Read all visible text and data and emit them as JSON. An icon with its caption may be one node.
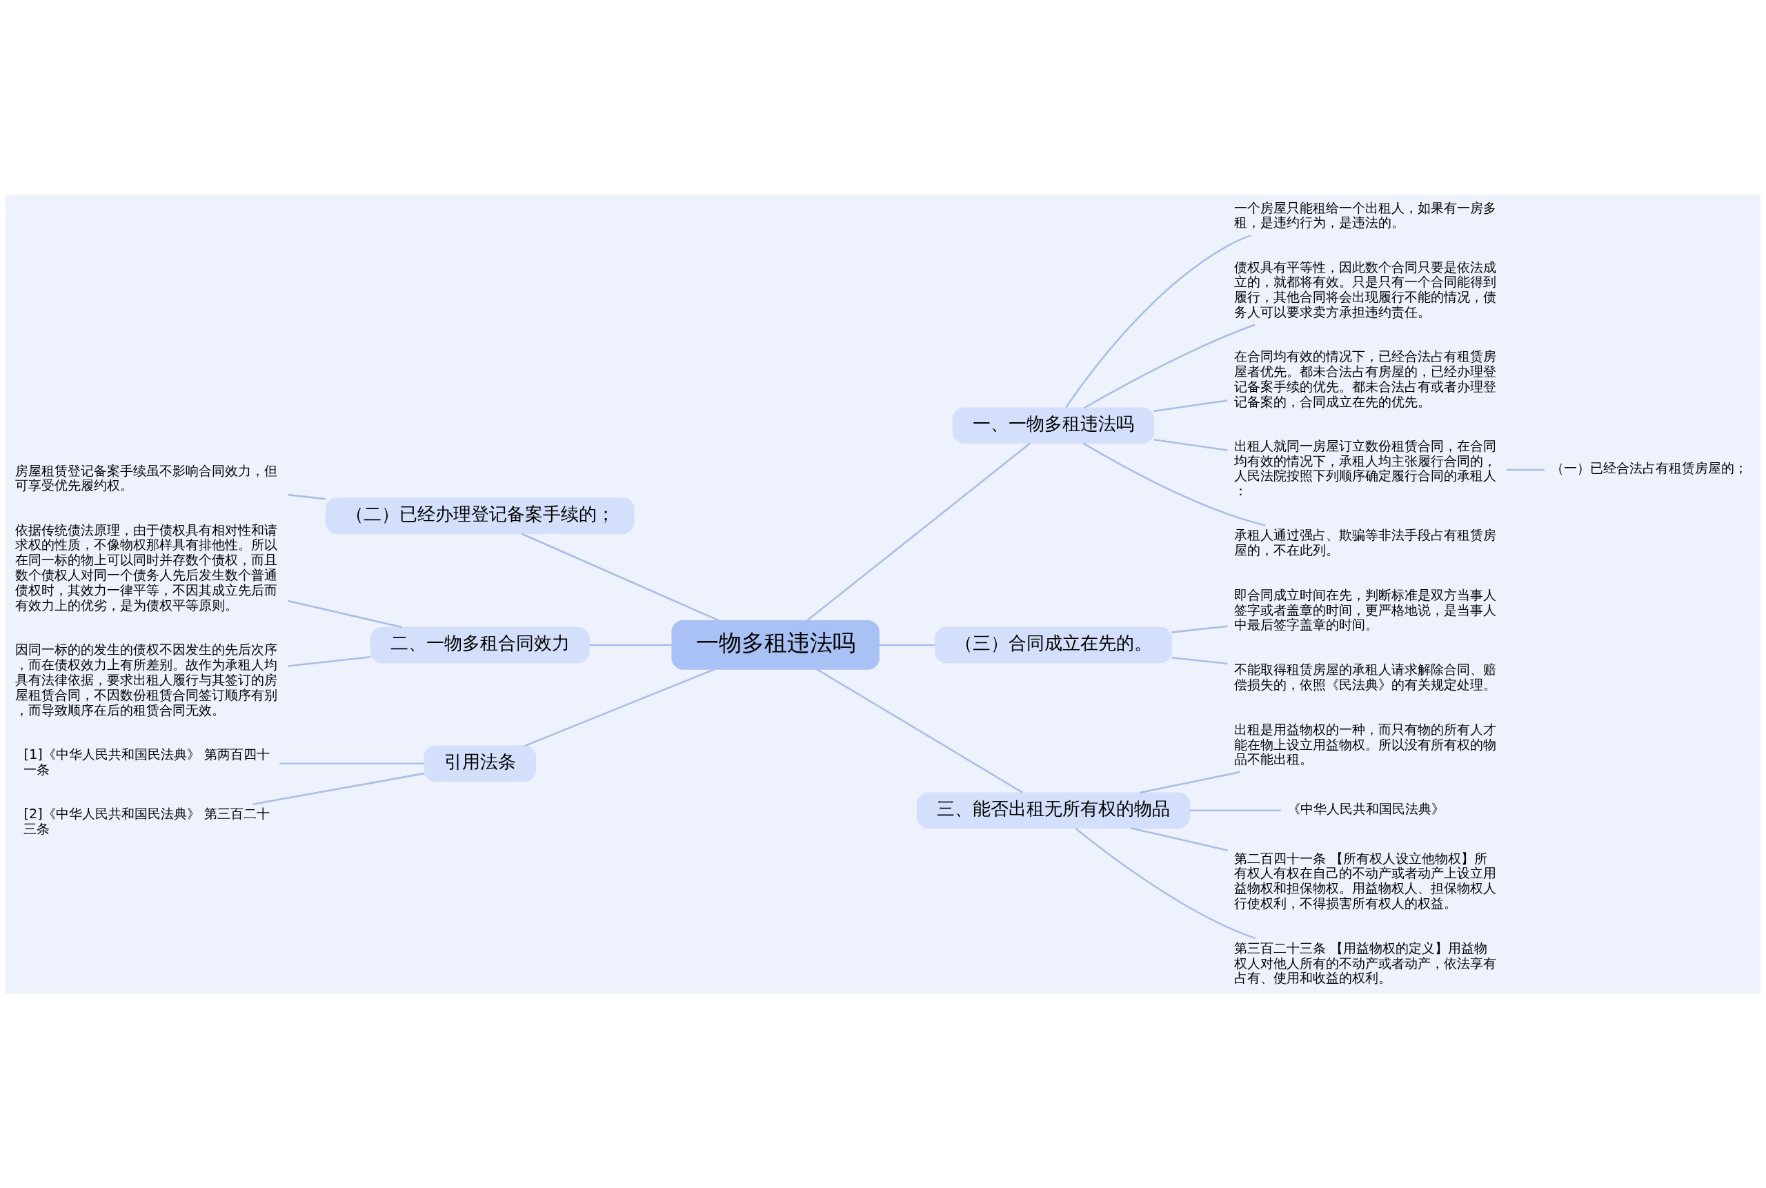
{
  "diagram": {
    "nodes": [
      {
        "text": [
          "一物多租违法吗"
        ]
      },
      {
        "text": [
          "一、一物多租违法吗"
        ]
      },
      {
        "text": [
          "一个房屋只能租给一个出租人，如果有一房多租，是违约行为，是违法的。"
        ]
      },
      {
        "text": [
          "债权具有平等性，因此数个合同只要是依法成立的，就都将有效。只是只有一个合同能得到履行，其他合同将会出现履行不能的情况，债务人可以要求卖方承担违约责任。"
        ]
      },
      {
        "text": [
          "在合同均有效的情况下，已经合法占有租赁房屋者优先。都未合法占有房屋的，已经办理登记备案手续的优先。都未合法占有或者办理登记备案的，合同成立在先的优先。"
        ]
      },
      {
        "text": [
          "出租人就同一房屋订立数份租赁合同，在合同均有效的情况下，承租人均主张履行合同的，人民法院按照下列顺序确定履行合同的承租人："
        ]
      },
      {
        "text": [
          "（一）已经合法占有租赁房屋的；"
        ]
      },
      {
        "text": [
          "承租人通过强占、欺骗等非法手段占有租赁房屋的，不在此列。"
        ]
      },
      {
        "text": [
          "（三）合同成立在先的。"
        ]
      },
      {
        "text": [
          "即合同成立时间在先，判断标准是双方当事人签字或者盖章的时间，更严格地说，是当事人中最后签字盖章的时间。"
        ]
      },
      {
        "text": [
          "不能取得租赁房屋的承租人请求解除合同、赔偿损失的，依照《民法典》的有关规定处理。"
        ]
      },
      {
        "text": [
          "三、能否出租无所有权的物品"
        ]
      },
      {
        "text": [
          "出租是用益物权的一种，而只有物的所有人才能在物上设立用益物权。所以没有所有权的物品不能出租。"
        ]
      },
      {
        "text": [
          "《中华人民共和国民法典》"
        ]
      },
      {
        "text": [
          "第二百四十一条 【所有权人设立他物权】所有权人有权在自己的不动产或者动产上设立用益物权和担保物权。用益物权人、担保物权人行使权利，不得损害所有权人的权益。"
        ]
      },
      {
        "text": [
          "第三百二十三条 【用益物权的定义】用益物权人对他人所有的不动产或者动产，依法享有占有、使用和收益的权利。"
        ]
      },
      {
        "text": [
          "（二）已经办理登记备案手续的；"
        ]
      },
      {
        "text": [
          "房屋租赁登记备案手续虽不影响合同效力，但可享受优先履约权。"
        ]
      },
      {
        "text": [
          "二、一物多租合同效力"
        ]
      },
      {
        "text": [
          "依据传统债法原理，由于债权具有相对性和请求权的性质，不像物权那样具有排他性。所以在同一标的物上可以同时并存数个债权，而且数个债权人对同一个债务人先后发生数个普通债权时，其效力一律平等，不因其成立先后而有效力上的优劣，是为债权平等原则。"
        ]
      },
      {
        "text": [
          "因同一标的的发生的债权不因发生的先后次序，而在债权效力上有所差别。故作为承租人均具有法律依据，要求出租人履行与其签订的房屋租赁合同，不因数份租赁合同签订顺序有别，而导致顺序在后的租赁合同无效。"
        ]
      },
      {
        "text": [
          "引用法条"
        ]
      },
      {
        "text": [
          "[1]《中华人民共和国民法典》 第两百四十一条"
        ]
      },
      {
        "text": [
          "[2]《中华人民共和国民法典》 第三百二十三条"
        ]
      }
    ],
    "edges": [
      {
        "from": 0,
        "to": 1,
        "arrow": "none"
      },
      {
        "from": 1,
        "to": 2,
        "arrow": "none"
      },
      {
        "from": 1,
        "to": 3,
        "arrow": "none"
      },
      {
        "from": 1,
        "to": 4,
        "arrow": "none"
      },
      {
        "from": 1,
        "to": 5,
        "arrow": "none"
      },
      {
        "from": 5,
        "to": 6,
        "arrow": "none"
      },
      {
        "from": 1,
        "to": 7,
        "arrow": "none"
      },
      {
        "from": 0,
        "to": 8,
        "arrow": "none"
      },
      {
        "from": 8,
        "to": 9,
        "arrow": "none"
      },
      {
        "from": 8,
        "to": 10,
        "arrow": "none"
      },
      {
        "from": 0,
        "to": 11,
        "arrow": "none"
      },
      {
        "from": 11,
        "to": 12,
        "arrow": "none"
      },
      {
        "from": 11,
        "to": 13,
        "arrow": "none"
      },
      {
        "from": 11,
        "to": 14,
        "arrow": "none"
      },
      {
        "from": 11,
        "to": 15,
        "arrow": "none"
      },
      {
        "from": 0,
        "to": 16,
        "arrow": "none"
      },
      {
        "from": 16,
        "to": 17,
        "arrow": "none"
      },
      {
        "from": 0,
        "to": 18,
        "arrow": "none"
      },
      {
        "from": 18,
        "to": 19,
        "arrow": "none"
      },
      {
        "from": 18,
        "to": 20,
        "arrow": "none"
      },
      {
        "from": 0,
        "to": 21,
        "arrow": "none"
      },
      {
        "from": 21,
        "to": 22,
        "arrow": "none"
      },
      {
        "from": 21,
        "to": 23,
        "arrow": "none"
      }
    ]
  }
}
